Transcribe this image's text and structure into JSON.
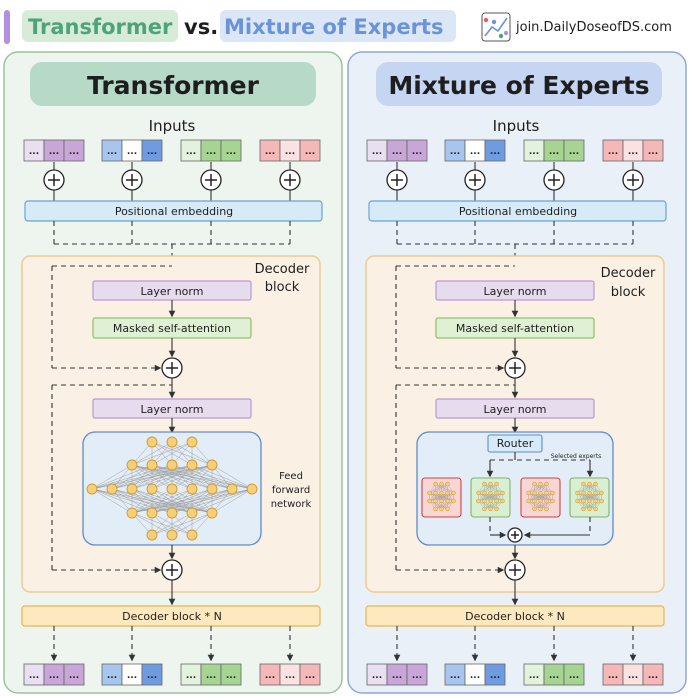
{
  "header": {
    "title_left": "Transformer",
    "title_vs": "vs.",
    "title_right": "Mixture of Experts",
    "brand": "join.DailyDoseofDS.com",
    "brand_icon": "chart-icon"
  },
  "left_panel": {
    "title": "Transformer",
    "inputs_label": "Inputs",
    "positional_embedding": "Positional embedding",
    "decoder_label_line1": "Decoder",
    "decoder_label_line2": "block",
    "layer_norm_1": "Layer norm",
    "masked_self_attention": "Masked self-attention",
    "layer_norm_2": "Layer norm",
    "ffn_label_line1": "Feed",
    "ffn_label_line2": "forward",
    "ffn_label_line3": "network",
    "decoder_block_n": "Decoder block * N"
  },
  "right_panel": {
    "title": "Mixture of Experts",
    "inputs_label": "Inputs",
    "positional_embedding": "Positional embedding",
    "decoder_label_line1": "Decoder",
    "decoder_label_line2": "block",
    "layer_norm_1": "Layer norm",
    "masked_self_attention": "Masked self-attention",
    "layer_norm_2": "Layer norm",
    "router": "Router",
    "selected_experts": "Selected experts",
    "decoder_block_n": "Decoder block * N"
  },
  "token_cell_text": "...",
  "colors": {
    "left_panel_bg": "#eef4ee",
    "left_panel_border": "#9cc2a0",
    "right_panel_bg": "#eaf0f8",
    "right_panel_border": "#8fa8d4",
    "left_title_bg": "#b7d9c8",
    "right_title_bg": "#c6d6f2",
    "title_green": "#4ea37a",
    "title_blue": "#6b93d8",
    "decoder_bg": "#fbf0e4",
    "decoder_border": "#efc98d",
    "pos_emb_bg": "#d7eaf7",
    "pos_emb_border": "#6aa3d0",
    "layer_norm_bg": "#e7dcee",
    "layer_norm_border": "#b89ad0",
    "attention_bg": "#e0f0d4",
    "attention_border": "#8fbf6a",
    "ffn_bg": "#e3edf7",
    "ffn_border": "#5f8cc9",
    "decoder_n_bg": "#fde8bf",
    "decoder_n_border": "#e8b54f",
    "expert_red_bg": "#f8d6d6",
    "expert_red_border": "#cc4444",
    "expert_green_bg": "#d9efd2",
    "expert_green_border": "#7fb36a",
    "token_purple": [
      "#e8dff0",
      "#c8a7d8",
      "#c8a7d8"
    ],
    "token_blue": [
      "#a8c5ee",
      "#ffffff",
      "#6f9be0"
    ],
    "token_green": [
      "#e3f2dc",
      "#a6d493",
      "#a6d493"
    ],
    "token_red": [
      "#f5b8b8",
      "#fbe2e2",
      "#f5b8b8"
    ]
  }
}
